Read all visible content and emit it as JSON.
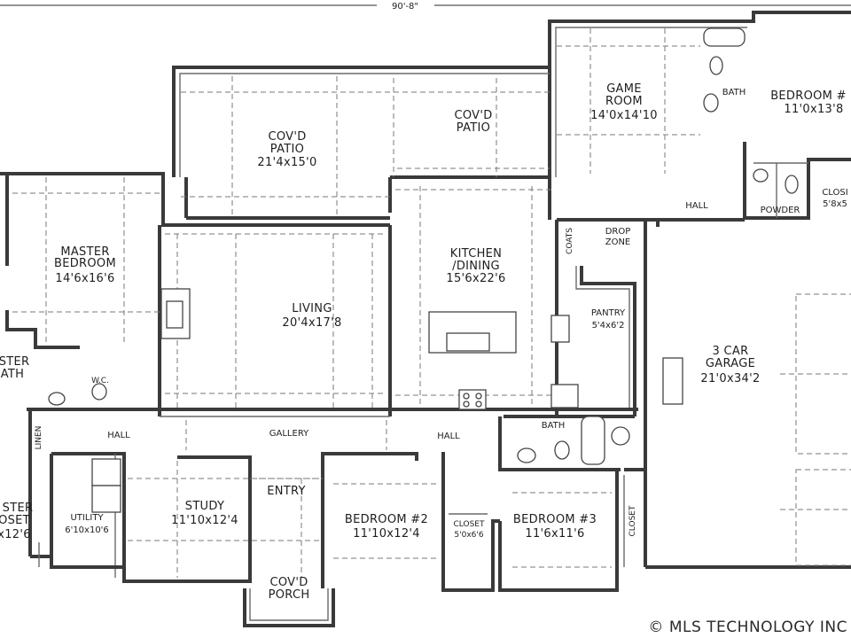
{
  "overall_dimension": "90'-8\"",
  "copyright": "© MLS TECHNOLOGY INC",
  "rooms": {
    "patio_left": {
      "name": [
        "COV'D",
        "PATIO"
      ],
      "size": "21'4x15'0"
    },
    "patio_right": {
      "name": [
        "COV'D",
        "PATIO"
      ]
    },
    "game_room": {
      "name": [
        "GAME",
        "ROOM"
      ],
      "size": "14'0x14'10"
    },
    "bath_upper": {
      "name": [
        "BATH"
      ]
    },
    "bedroom4": {
      "name": [
        "BEDROOM #"
      ],
      "size": "11'0x13'8"
    },
    "hall_upper": {
      "name": [
        "HALL"
      ]
    },
    "powder": {
      "name": [
        "POWDER"
      ]
    },
    "closet_upper": {
      "name": [
        "CLOSI"
      ],
      "size": "5'8x5"
    },
    "coats": {
      "name": [
        "COATS"
      ]
    },
    "drop_zone": {
      "name": [
        "DROP",
        "ZONE"
      ]
    },
    "master_bedroom": {
      "name": [
        "MASTER",
        "BEDROOM"
      ],
      "size": "14'6x16'6"
    },
    "living": {
      "name": [
        "LIVING"
      ],
      "size": "20'4x17'8"
    },
    "kitchen": {
      "name": [
        "KITCHEN",
        "/DINING"
      ],
      "size": "15'6x22'6"
    },
    "pantry": {
      "name": [
        "PANTRY"
      ],
      "size": "5'4x6'2"
    },
    "garage": {
      "name": [
        "3 CAR",
        "GARAGE"
      ],
      "size": "21'0x34'2"
    },
    "master_bath": {
      "name": [
        "STER",
        "ATH"
      ]
    },
    "wc": {
      "name": [
        "W.C."
      ]
    },
    "linen": {
      "name": [
        "LINEN"
      ]
    },
    "hall_left": {
      "name": [
        "HALL"
      ]
    },
    "gallery": {
      "name": [
        "GALLERY"
      ]
    },
    "hall_mid": {
      "name": [
        "HALL"
      ]
    },
    "bath_lower": {
      "name": [
        "BATH"
      ]
    },
    "master_closet": {
      "name": [
        "STER",
        "OSET"
      ],
      "size": "x12'6"
    },
    "utility": {
      "name": [
        "UTILITY"
      ],
      "size": "6'10x10'6"
    },
    "study": {
      "name": [
        "STUDY"
      ],
      "size": "11'10x12'4"
    },
    "entry": {
      "name": [
        "ENTRY"
      ]
    },
    "bedroom2": {
      "name": [
        "BEDROOM #2"
      ],
      "size": "11'10x12'4"
    },
    "closet_b2": {
      "name": [
        "CLOSET"
      ],
      "size": "5'0x6'6"
    },
    "bedroom3": {
      "name": [
        "BEDROOM #3"
      ],
      "size": "11'6x11'6"
    },
    "closet_b3": {
      "name": [
        "CLOSET"
      ]
    },
    "porch": {
      "name": [
        "COV'D",
        "PORCH"
      ]
    }
  }
}
